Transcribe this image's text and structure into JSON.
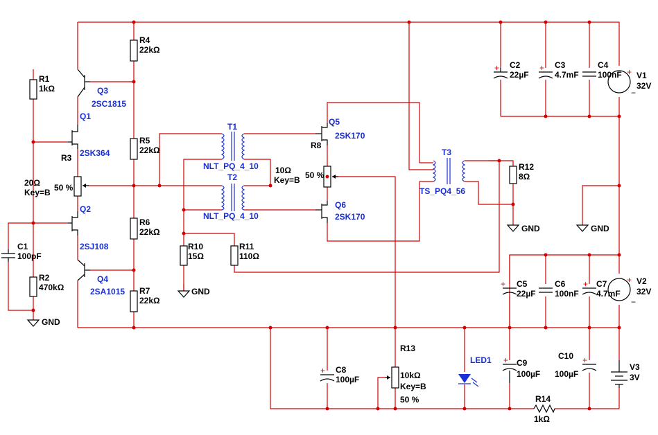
{
  "colors": {
    "wire": "#d40000",
    "component": "#000000",
    "device_label": "#1a2fd6",
    "background": "#ffffff"
  },
  "components": {
    "R1": {
      "ref": "R1",
      "value": "1kΩ"
    },
    "R2": {
      "ref": "R2",
      "value": "470kΩ"
    },
    "R3": {
      "ref": "R3",
      "value": "20Ω",
      "key": "Key=B",
      "wiper": "50 %"
    },
    "R4": {
      "ref": "R4",
      "value": "22kΩ"
    },
    "R5": {
      "ref": "R5",
      "value": "22kΩ"
    },
    "R6": {
      "ref": "R6",
      "value": "22kΩ"
    },
    "R7": {
      "ref": "R7",
      "value": "22kΩ"
    },
    "R8": {
      "ref": "R8",
      "value": "10Ω",
      "key": "Key=B",
      "wiper": "50 %"
    },
    "R10": {
      "ref": "R10",
      "value": "15Ω"
    },
    "R11": {
      "ref": "R11",
      "value": "110Ω"
    },
    "R12": {
      "ref": "R12",
      "value": "8Ω"
    },
    "R13": {
      "ref": "R13",
      "value": "10kΩ",
      "key": "Key=B",
      "wiper": "50 %"
    },
    "R14": {
      "ref": "R14",
      "value": "1kΩ"
    },
    "C1": {
      "ref": "C1",
      "value": "100pF"
    },
    "C2": {
      "ref": "C2",
      "value": "22µF"
    },
    "C3": {
      "ref": "C3",
      "value": "4.7mF"
    },
    "C4": {
      "ref": "C4",
      "value": "100nF"
    },
    "C5": {
      "ref": "C5",
      "value": "22µF"
    },
    "C6": {
      "ref": "C6",
      "value": "100nF"
    },
    "C7": {
      "ref": "C7",
      "value": "4.7mF"
    },
    "C8": {
      "ref": "C8",
      "value": "100µF"
    },
    "C9": {
      "ref": "C9",
      "value": "100µF"
    },
    "C10": {
      "ref": "C10",
      "value": "100µF"
    },
    "V1": {
      "ref": "V1",
      "value": "32V"
    },
    "V2": {
      "ref": "V2",
      "value": "32V"
    },
    "V3": {
      "ref": "V3",
      "value": "3V"
    },
    "Q1": {
      "ref": "Q1",
      "part": "2SK364"
    },
    "Q2": {
      "ref": "Q2",
      "part": "2SJ108"
    },
    "Q3": {
      "ref": "Q3",
      "part": "2SC1815"
    },
    "Q4": {
      "ref": "Q4",
      "part": "2SA1015"
    },
    "Q5": {
      "ref": "Q5",
      "part": "2SK170"
    },
    "Q6": {
      "ref": "Q6",
      "part": "2SK170"
    },
    "T1": {
      "ref": "T1",
      "part": "NLT_PQ_4_10"
    },
    "T2": {
      "ref": "T2",
      "part": "NLT_PQ_4_10"
    },
    "T3": {
      "ref": "T3",
      "part": "TS_PQ4_56"
    },
    "LED1": {
      "ref": "LED1"
    }
  },
  "gnd_label": "GND",
  "plus_sign": "+",
  "minus_sign": "−"
}
